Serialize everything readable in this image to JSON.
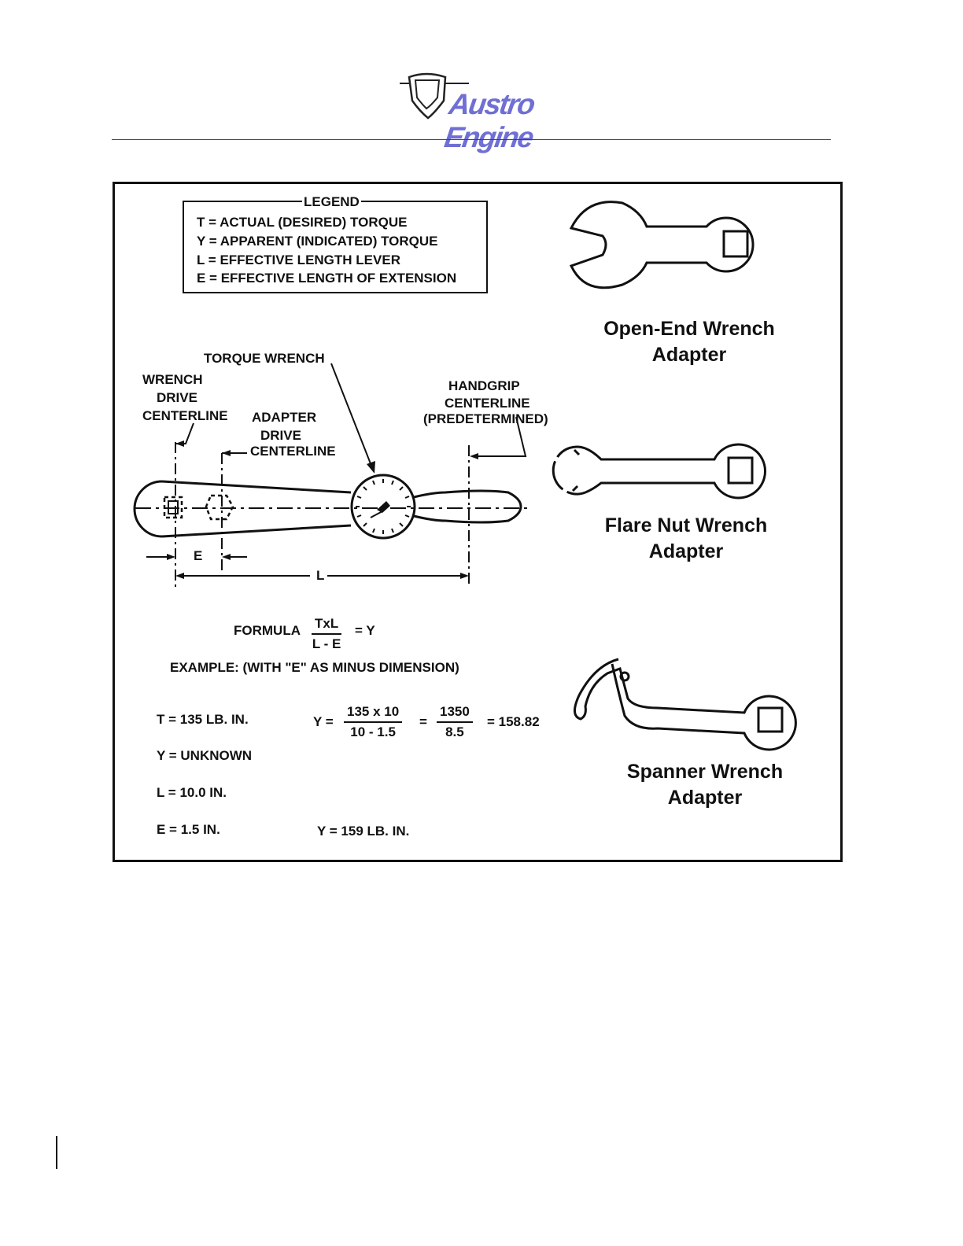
{
  "header": {
    "logo_text": "Austro Engine"
  },
  "legend": {
    "title": "LEGEND",
    "lines": [
      "T = ACTUAL (DESIRED) TORQUE",
      "Y = APPARENT (INDICATED) TORQUE",
      "L = EFFECTIVE LENGTH LEVER",
      "E = EFFECTIVE LENGTH OF EXTENSION"
    ]
  },
  "diagram": {
    "torque_wrench": "TORQUE WRENCH",
    "wrench_drive": [
      "WRENCH",
      "DRIVE",
      "CENTERLINE"
    ],
    "adapter_drive": [
      "ADAPTER",
      "DRIVE",
      "CENTERLINE"
    ],
    "handgrip": [
      "HANDGRIP",
      "CENTERLINE",
      "(PREDETERMINED)"
    ],
    "dim_e": "E",
    "dim_l": "L"
  },
  "formula": {
    "label": "FORMULA",
    "numerator": "TxL",
    "denominator": "L - E",
    "result": "= Y"
  },
  "example": {
    "heading": "EXAMPLE:  (WITH \"E\" AS  MINUS  DIMENSION)",
    "t_value": "T = 135 LB. IN.",
    "y_value": "Y = UNKNOWN",
    "l_value": "L = 10.0 IN.",
    "e_value": "E = 1.5 IN.",
    "calc_prefix": "Y =",
    "calc_num1": "135 x 10",
    "calc_den1": "10  -  1.5",
    "calc_eq1": "=",
    "calc_num2": "1350",
    "calc_den2": "8.5",
    "calc_eq2": "=  158.82",
    "result": "Y = 159 LB. IN."
  },
  "adapters": {
    "open_end": [
      "Open-End Wrench",
      "Adapter"
    ],
    "flare_nut": [
      "Flare Nut Wrench",
      "Adapter"
    ],
    "spanner": [
      "Spanner Wrench",
      "Adapter"
    ]
  }
}
